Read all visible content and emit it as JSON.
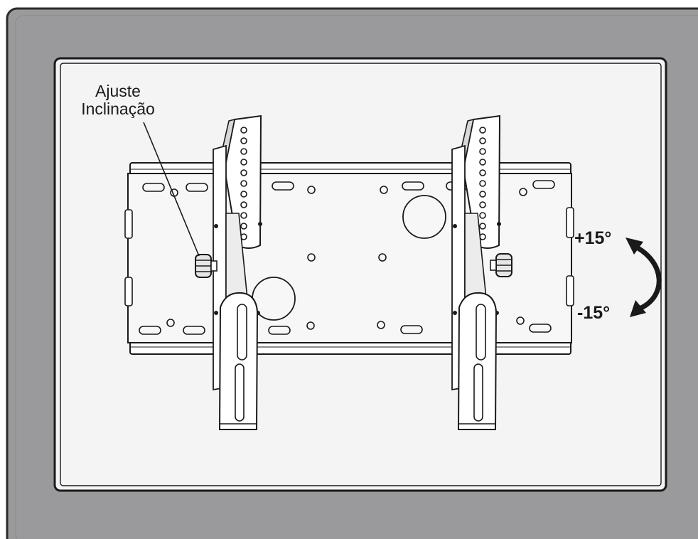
{
  "diagram": {
    "tilt_label_line1": "Ajuste",
    "tilt_label_line2": "Inclinação",
    "tilt_up": "+15°",
    "tilt_down": "-15°"
  },
  "colors": {
    "frame": "#9a9a9d",
    "screen": "#f4f4f4",
    "line": "#1a1a1a",
    "bracket_fill": "#ffffff"
  },
  "icons": [
    "tv-frame",
    "wall-plate",
    "tilt-bracket",
    "tilt-knob",
    "curved-tilt-arrow"
  ]
}
